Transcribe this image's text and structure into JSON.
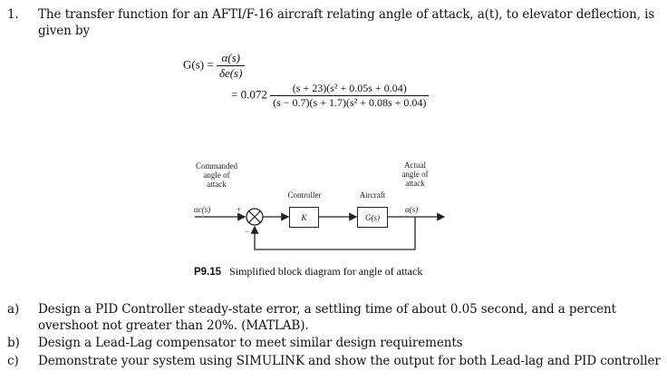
{
  "question": {
    "number": "1.",
    "line1": "The transfer function for an AFTI/F-16 aircraft relating angle of attack, a(t), to elevator deflection, is",
    "line2": "given by"
  },
  "equation": {
    "lhs": "G(s) =",
    "frac1_num": "α(s)",
    "frac1_den": "δe(s)",
    "eq2": "= 0.072",
    "frac2_num": "(s + 23)(s² + 0.05s + 0.04)",
    "frac2_den": "(s − 0.7)(s + 1.7)(s² + 0.08s + 0.04)"
  },
  "diagram": {
    "commanded_label": "Commanded\nangle of\nattack",
    "input_symbol": "αc(s)",
    "plus_sign": "+",
    "minus_sign": "−",
    "controller_label": "Controller",
    "controller_block": "K",
    "aircraft_label": "Aircraft",
    "aircraft_block": "G(s)",
    "actual_label": "Actual\nangle of\nattack",
    "output_symbol": "α(s)"
  },
  "caption": {
    "id": "P9.15",
    "text": "Simplified block diagram for angle of attack"
  },
  "tasks": [
    {
      "letter": "a)",
      "line1": "Design a PID Controller steady-state error, a settling time of about 0.05 second, and a percent",
      "line2": "overshoot not greater than 20%. (MATLAB)."
    },
    {
      "letter": "b)",
      "line1": "Design a Lead-Lag compensator to meet similar design requirements",
      "line2": ""
    },
    {
      "letter": "c)",
      "line1": "Demonstrate your system using SIMULINK and show the output for both Lead-lag and PID controller",
      "line2": ""
    }
  ]
}
